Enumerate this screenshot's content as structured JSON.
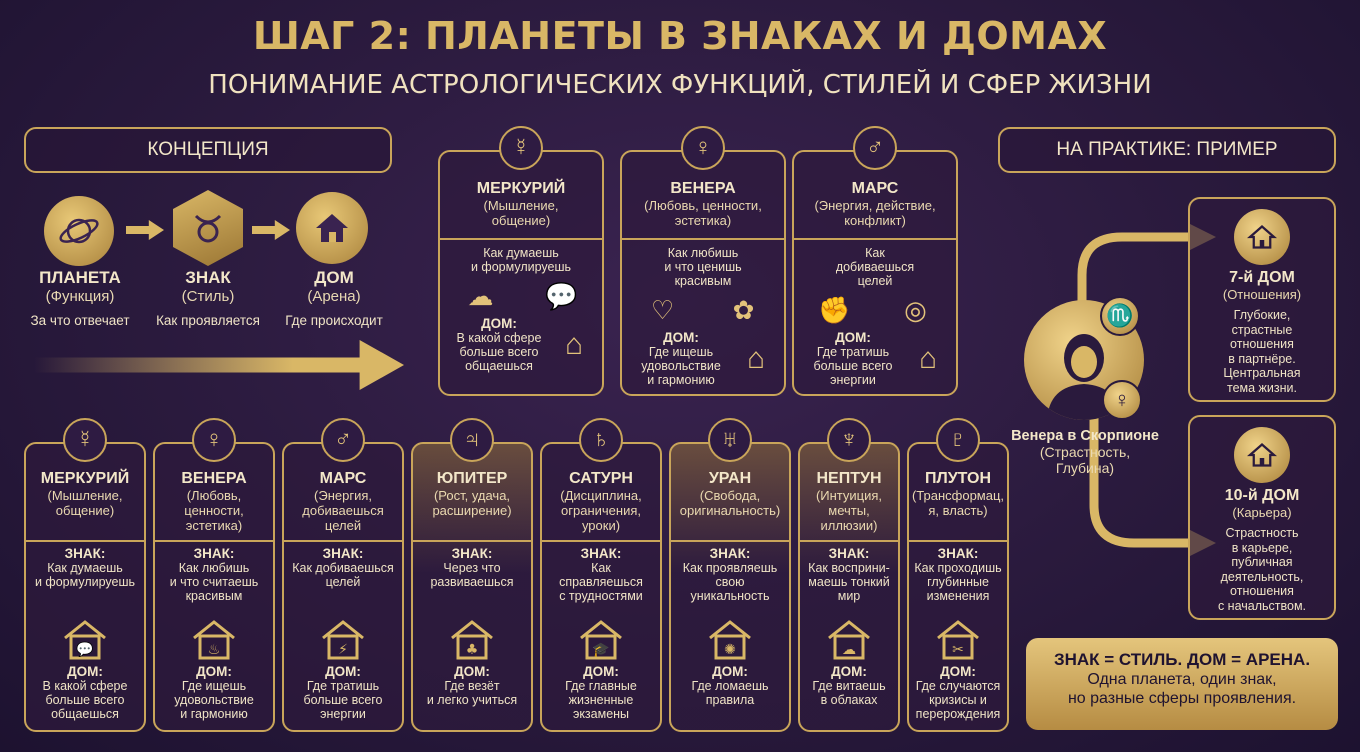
{
  "header": {
    "title": "ШАГ 2: ПЛАНЕТЫ В ЗНАКАХ И ДОМАХ",
    "subtitle": "ПОНИМАНИЕ АСТРОЛОГИЧЕСКИХ ФУНКЦИЙ, СТИЛЕЙ И СФЕР ЖИЗНИ"
  },
  "concept": {
    "label": "КОНЦЕПЦИЯ",
    "items": [
      {
        "name": "ПЛАНЕТА",
        "role": "(Функция)",
        "desc": "За что отвечает",
        "icon": "planet-icon"
      },
      {
        "name": "ЗНАК",
        "role": "(Стиль)",
        "desc": "Как проявляется",
        "icon": "taurus-icon"
      },
      {
        "name": "ДОМ",
        "role": "(Арена)",
        "desc": "Где происходит",
        "icon": "house-icon"
      }
    ]
  },
  "top_cards": [
    {
      "name": "МЕРКУРИЙ",
      "role1": "(Мышление,",
      "role2": "общение)",
      "sign1": "Как думаешь",
      "sign2": "и формулируешь",
      "sign3": "",
      "house_label": "ДОМ:",
      "house1": "В какой сфере",
      "house2": "больше всего",
      "house3": "общаешься",
      "symbol": "☿"
    },
    {
      "name": "ВЕНЕРА",
      "role1": "(Любовь, ценности,",
      "role2": "эстетика)",
      "sign1": "Как любишь",
      "sign2": "и что ценишь",
      "sign3": "красивым",
      "house_label": "ДОМ:",
      "house1": "Где ищешь",
      "house2": "удовольствие",
      "house3": "и гармонию",
      "symbol": "♀"
    },
    {
      "name": "МАРС",
      "role1": "(Энергия, действие,",
      "role2": "конфликт)",
      "sign1": "Как",
      "sign2": "добиваешься",
      "sign3": "целей",
      "house_label": "ДОМ:",
      "house1": "Где тратишь",
      "house2": "больше всего",
      "house3": "энергии",
      "symbol": "♂"
    }
  ],
  "bottom_cards": [
    {
      "name": "МЕРКУРИЙ",
      "role1": "(Мышление,",
      "role2": "общение)",
      "sign_label": "ЗНАК:",
      "sign1": "Как думаешь",
      "sign2": "и формулируешь",
      "sign3": "",
      "house_label": "ДОМ:",
      "house1": "В какой сфере",
      "house2": "больше всего",
      "house3": "общаешься",
      "symbol": "☿",
      "house_glyph": "💬"
    },
    {
      "name": "ВЕНЕРА",
      "role1": "(Любовь,",
      "role2": "ценности, эстетика)",
      "sign_label": "ЗНАК:",
      "sign1": "Как любишь",
      "sign2": "и что считаешь",
      "sign3": "красивым",
      "house_label": "ДОМ:",
      "house1": "Где ищешь",
      "house2": "удовольствие",
      "house3": "и гармонию",
      "symbol": "♀",
      "house_glyph": "♨"
    },
    {
      "name": "МАРС",
      "role1": "(Энергия,",
      "role2": "добиваешься целей",
      "sign_label": "ЗНАК:",
      "sign1": "Как добиваешься",
      "sign2": "целей",
      "sign3": "",
      "house_label": "ДОМ:",
      "house1": "Где тратишь",
      "house2": "больше всего",
      "house3": "энергии",
      "symbol": "♂",
      "house_glyph": "⚡"
    },
    {
      "name": "ЮПИТЕР",
      "role1": "(Рост, удача,",
      "role2": "расширение)",
      "sign_label": "ЗНАК:",
      "sign1": "Через что",
      "sign2": "развиваешься",
      "sign3": "",
      "house_label": "ДОМ:",
      "house1": "Где везёт",
      "house2": "и легко учиться",
      "house3": "",
      "symbol": "♃",
      "house_glyph": "♣"
    },
    {
      "name": "САТУРН",
      "role1": "(Дисциплина,",
      "role2": "ограничения, уроки)",
      "sign_label": "ЗНАК:",
      "sign1": "Как",
      "sign2": "справляешься",
      "sign3": "с трудностями",
      "house_label": "ДОМ:",
      "house1": "Где главные",
      "house2": "жизненные",
      "house3": "экзамены",
      "symbol": "♄",
      "house_glyph": "🎓"
    },
    {
      "name": "УРАН",
      "role1": "(Свобода,",
      "role2": "оригинальность)",
      "sign_label": "ЗНАК:",
      "sign1": "Как проявляешь",
      "sign2": "свою",
      "sign3": "уникальность",
      "house_label": "ДОМ:",
      "house1": "Где ломаешь",
      "house2": "правила",
      "house3": "",
      "symbol": "♅",
      "house_glyph": "✺"
    },
    {
      "name": "НЕПТУН",
      "role1": "(Интуиция, мечты,",
      "role2": "иллюзии)",
      "sign_label": "ЗНАК:",
      "sign1": "Как восприни-",
      "sign2": "маешь тонкий",
      "sign3": "мир",
      "house_label": "ДОМ:",
      "house1": "Где витаешь",
      "house2": "в облаках",
      "house3": "",
      "symbol": "♆",
      "house_glyph": "☁"
    },
    {
      "name": "ПЛУТОН",
      "role1": "(Трансформац,",
      "role2": "я, власть)",
      "sign_label": "ЗНАК:",
      "sign1": "Как проходишь",
      "sign2": "глубинные",
      "sign3": "изменения",
      "house_label": "ДОМ:",
      "house1": "Где случаются",
      "house2": "кризисы и",
      "house3": "перерождения",
      "symbol": "♇",
      "house_glyph": "✂"
    }
  ],
  "example": {
    "label": "НА ПРАКТИКЕ: ПРИМЕР",
    "person_line1": "Венера в Скорпионе",
    "person_line2": "(Страстность,",
    "person_line3": "Глубина)",
    "houses": [
      {
        "name": "7-й ДОМ",
        "role": "(Отношения)",
        "lines": [
          "Глубокие,",
          "страстные",
          "отношения",
          "в партнёре.",
          "Центральная",
          "тема жизни."
        ]
      },
      {
        "name": "10-й ДОМ",
        "role": "(Карьера)",
        "lines": [
          "Страстность",
          "в карьере,",
          "публичная",
          "деятельность,",
          "отношения",
          "с начальством."
        ]
      }
    ]
  },
  "summary": {
    "line1": "ЗНАК = СТИЛЬ. ДОМ = АРЕНА.",
    "line2": "Одна планета, один знак,",
    "line3": "но разные сферы проявления."
  },
  "colors": {
    "gold": "#d9b766",
    "background": "#2a1a3d",
    "text": "#f3e7c9"
  }
}
